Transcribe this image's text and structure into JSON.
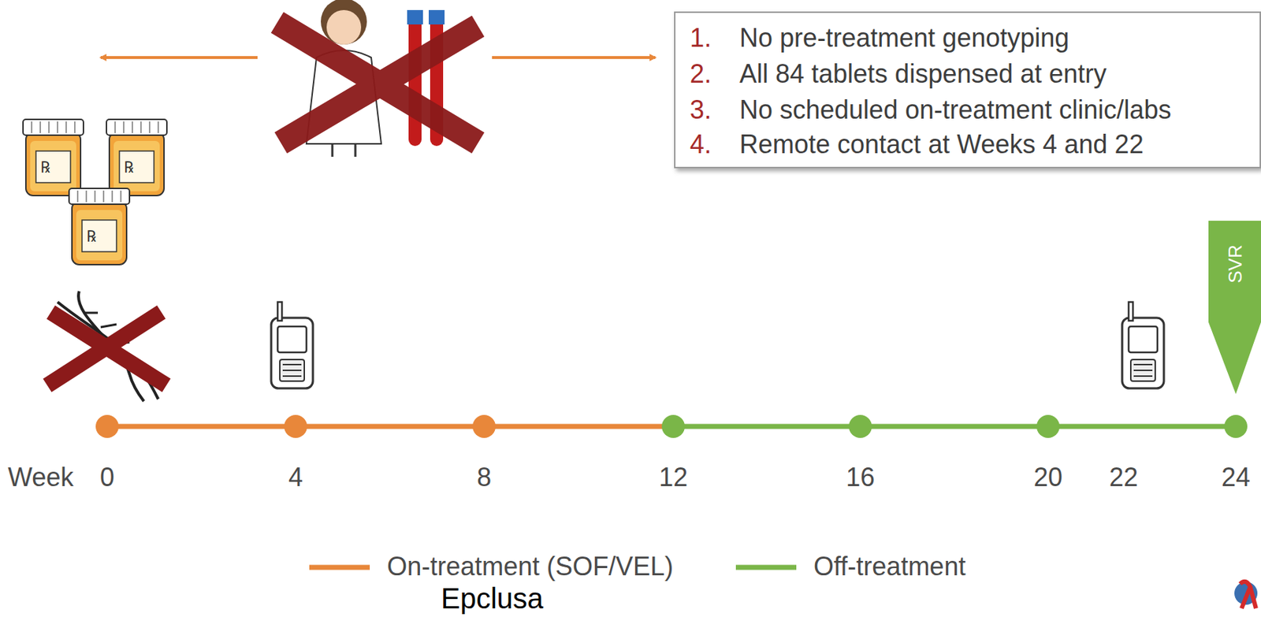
{
  "diagram": {
    "nodes": [
      {
        "text": [
          "No pre-treatment genotyping",
          "All 84 tablets dispensed at entry",
          "No scheduled on-treatment clinic/labs",
          "Remote contact at Weeks 4 and 22"
        ]
      },
      {
        "text": [
          "SVR"
        ]
      }
    ],
    "edges": [],
    "labels": [
      "1.",
      "2.",
      "3.",
      "4.",
      "Week",
      "0",
      "4",
      "8",
      "12",
      "16",
      "20",
      "22",
      "24",
      "Epclusa"
    ],
    "legend": [
      {
        "text": "On-treatment (SOF/VEL)",
        "color": "#e8873a"
      },
      {
        "text": "Off-treatment",
        "color": "#7ab648"
      }
    ]
  }
}
